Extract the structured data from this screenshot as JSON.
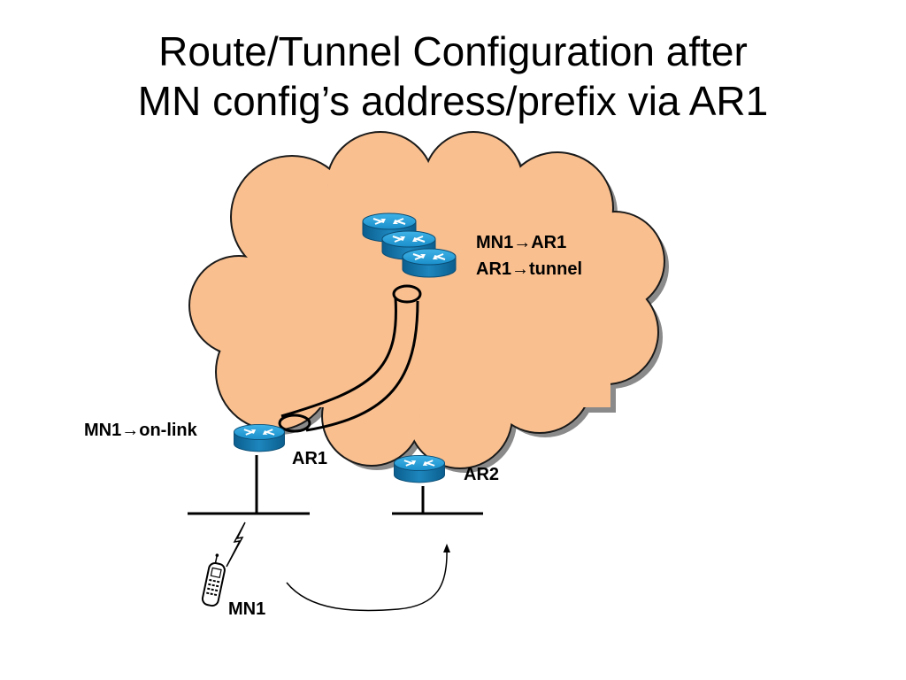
{
  "slide": {
    "title_line1": "Route/Tunnel Configuration after",
    "title_line2": "MN config’s address/prefix via AR1"
  },
  "diagram": {
    "core_route_line1": "MN1→AR1",
    "core_route_line2": "AR1→tunnel",
    "ar1_route": "MN1→on-link",
    "ar1_label": "AR1",
    "ar2_label": "AR2",
    "mn_label": "MN1",
    "colors": {
      "cloud_fill": "#F9BF8F",
      "router_blue": "#1A8FCB",
      "router_dark": "#0B5E8E"
    }
  }
}
